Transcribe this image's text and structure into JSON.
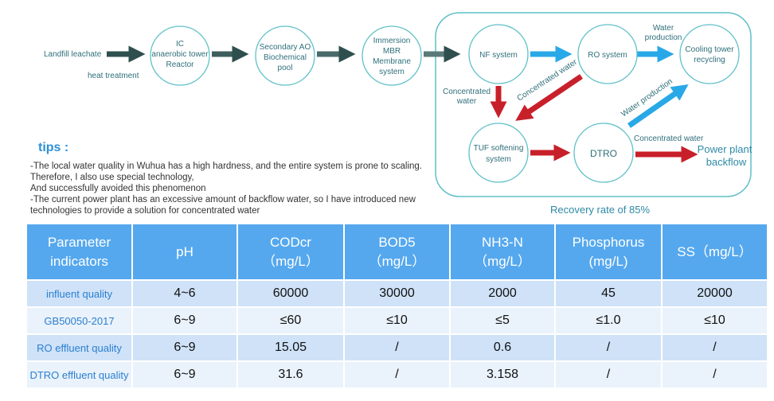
{
  "flow": {
    "inputs": {
      "source": "Landfill leachate",
      "pretreatment": "heat treatment"
    },
    "nodes": {
      "ic": [
        "IC",
        "anaerobic tower",
        "Reactor"
      ],
      "ao": [
        "Secondary AO",
        "Biochemical",
        "pool"
      ],
      "mbr": [
        "Immersion",
        "MBR",
        "Membrane",
        "system"
      ],
      "nf": [
        "NF system"
      ],
      "ro": [
        "RO system"
      ],
      "cooling": [
        "Cooling tower",
        "recycling"
      ],
      "tuf": [
        "TUF softening",
        "system"
      ],
      "dtro": [
        "DTRO"
      ]
    },
    "labels": {
      "water_production_top": [
        "Water",
        "production"
      ],
      "concentrated_water_left": [
        "Concentrated",
        "water"
      ],
      "concentrated_water_diag": "Concentrated water",
      "water_production_diag": "Water production",
      "concentrated_water_bottom": "Concentrated water",
      "power_plant": [
        "Power plant",
        "backflow"
      ]
    },
    "recovery": "Recovery rate of 85%"
  },
  "tips": {
    "title": "tips :",
    "lines": [
      "-The local water quality in Wuhua has a high hardness, and the entire system is prone to scaling.",
      "Therefore, I also use special technology,",
      "And successfully avoided this phenomenon",
      "-The current power plant has an excessive amount of backflow water, so I have introduced new",
      "technologies to provide a solution for concentrated water"
    ]
  },
  "table": {
    "headers": [
      [
        "Parameter",
        "indicators"
      ],
      [
        "pH"
      ],
      [
        "CODcr",
        "（mg/L）"
      ],
      [
        "BOD5",
        "（mg/L）"
      ],
      [
        "NH3-N",
        "（mg/L）"
      ],
      [
        "Phosphorus",
        "(mg/L)"
      ],
      [
        "SS（mg/L）"
      ]
    ],
    "rows": [
      {
        "label": "influent quality",
        "values": [
          "4~6",
          "60000",
          "30000",
          "2000",
          "45",
          "20000"
        ]
      },
      {
        "label": "GB50050-2017",
        "values": [
          "6~9",
          "≤60",
          "≤10",
          "≤5",
          "≤1.0",
          "≤10"
        ]
      },
      {
        "label": "RO effluent quality",
        "values": [
          "6~9",
          "15.05",
          "/",
          "0.6",
          "/",
          "/"
        ]
      },
      {
        "label": "DTRO effluent quality",
        "values": [
          "6~9",
          "31.6",
          "/",
          "3.158",
          "/",
          "/"
        ]
      }
    ]
  },
  "colors": {
    "node_stroke": "#5fc0c8",
    "dark_arrow": "#2f4f4f",
    "blue_arrow": "#29a8e8",
    "red_arrow": "#c8202a",
    "header_bg": "#55a8ee",
    "row_dark": "#cfe2f8",
    "row_light": "#eaf2fb"
  }
}
